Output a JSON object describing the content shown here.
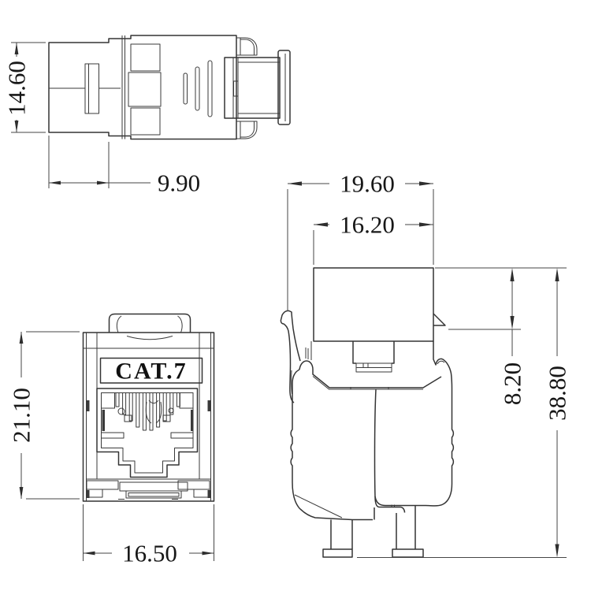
{
  "colors": {
    "line": "#343434",
    "dimension_line": "#464646",
    "text": "#171717",
    "background": "#ffffff"
  },
  "views": {
    "top": {
      "dims": {
        "height": "14.60",
        "cable_width": "9.90"
      }
    },
    "front": {
      "label": "CAT.7",
      "dims": {
        "height": "21.10",
        "width": "16.50"
      }
    },
    "side": {
      "dims": {
        "overall_width": "19.60",
        "body_width": "16.20",
        "top_height": "8.20",
        "overall_height": "38.80"
      }
    }
  }
}
